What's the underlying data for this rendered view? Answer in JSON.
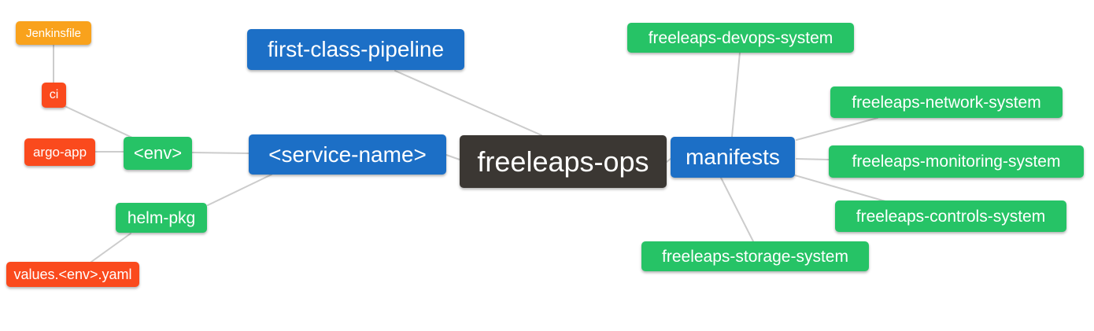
{
  "colors": {
    "background": "#FFFFFF",
    "edge": "#CCCCCC",
    "text": "#FFFFFF",
    "blue": "#1C6FC6",
    "green": "#26C366",
    "red": "#FA4A1D",
    "amber": "#F9A21C",
    "dark": "#3B3733"
  },
  "nodes": {
    "jenkinsfile": {
      "label": "Jenkinsfile",
      "color": "amber"
    },
    "ci": {
      "label": "ci",
      "color": "red"
    },
    "argo_app": {
      "label": "argo-app",
      "color": "red"
    },
    "env": {
      "label": "<env>",
      "color": "green"
    },
    "helm_pkg": {
      "label": "helm-pkg",
      "color": "green"
    },
    "values_env_yaml": {
      "label": "values.<env>.yaml",
      "color": "red"
    },
    "first_class_pipeline": {
      "label": "first-class-pipeline",
      "color": "blue"
    },
    "service_name": {
      "label": "<service-name>",
      "color": "blue"
    },
    "freeleaps_ops": {
      "label": "freeleaps-ops",
      "color": "dark"
    },
    "manifests": {
      "label": "manifests",
      "color": "blue"
    },
    "devops_system": {
      "label": "freeleaps-devops-system",
      "color": "green"
    },
    "network_system": {
      "label": "freeleaps-network-system",
      "color": "green"
    },
    "monitoring_system": {
      "label": "freeleaps-monitoring-system",
      "color": "green"
    },
    "controls_system": {
      "label": "freeleaps-controls-system",
      "color": "green"
    },
    "storage_system": {
      "label": "freeleaps-storage-system",
      "color": "green"
    }
  },
  "edges": [
    {
      "from": "jenkinsfile",
      "to": "ci"
    },
    {
      "from": "ci",
      "to": "env"
    },
    {
      "from": "argo_app",
      "to": "env"
    },
    {
      "from": "env",
      "to": "service_name"
    },
    {
      "from": "helm_pkg",
      "to": "service_name"
    },
    {
      "from": "values_env_yaml",
      "to": "helm_pkg"
    },
    {
      "from": "service_name",
      "to": "freeleaps_ops"
    },
    {
      "from": "first_class_pipeline",
      "to": "freeleaps_ops"
    },
    {
      "from": "freeleaps_ops",
      "to": "manifests"
    },
    {
      "from": "manifests",
      "to": "devops_system"
    },
    {
      "from": "manifests",
      "to": "network_system"
    },
    {
      "from": "manifests",
      "to": "monitoring_system"
    },
    {
      "from": "manifests",
      "to": "controls_system"
    },
    {
      "from": "manifests",
      "to": "storage_system"
    }
  ]
}
